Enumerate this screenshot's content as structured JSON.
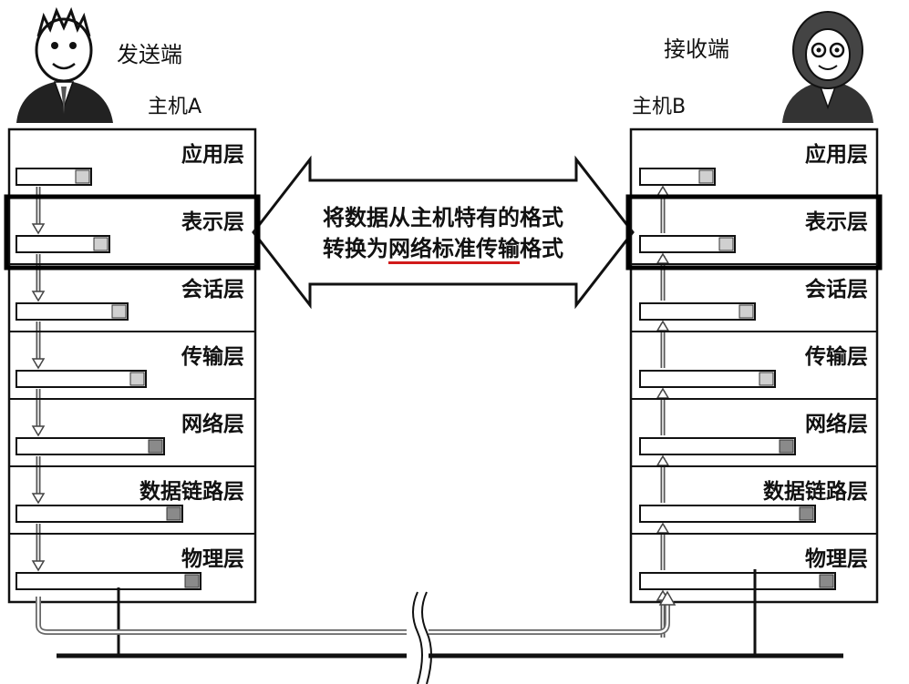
{
  "sender": {
    "role": "发送端",
    "host": "主机A"
  },
  "receiver": {
    "role": "接收端",
    "host": "主机B"
  },
  "layers": [
    "应用层",
    "表示层",
    "会话层",
    "传输层",
    "网络层",
    "数据链路层",
    "物理层"
  ],
  "highlighted_layer_index": 1,
  "message": {
    "line1": "将数据从主机特有的格式",
    "line2_prefix": "转换为",
    "line2_underlined": "网络标准传输",
    "line2_suffix": "格式"
  },
  "colors": {
    "line": "#111111",
    "highlight_border": "#000000",
    "underline": "#d11a1a",
    "header_shade": "#cfcfcf"
  }
}
